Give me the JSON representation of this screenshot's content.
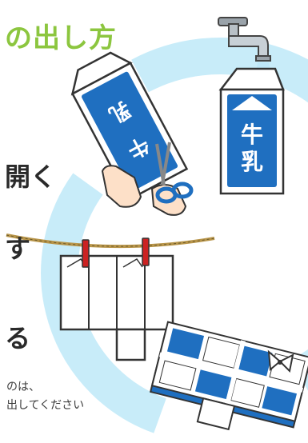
{
  "header": {
    "title": "の出し方"
  },
  "steps": [
    {
      "text": "開く"
    },
    {
      "text": "す"
    },
    {
      "text": "る"
    }
  ],
  "carton": {
    "label_top": "牛",
    "label_bottom": "乳"
  },
  "notes": {
    "line1": "のは、",
    "line2": "出してください"
  },
  "colors": {
    "title_green": "#8cc63f",
    "milk_blue": "#1f6fc0",
    "light_blue": "#bfe6f7",
    "clip_red": "#cc2222"
  },
  "icons": [
    "faucet-icon",
    "milk-carton-icon",
    "hand-icon",
    "scissors-icon",
    "clothespin-icon",
    "ribbon-icon"
  ]
}
